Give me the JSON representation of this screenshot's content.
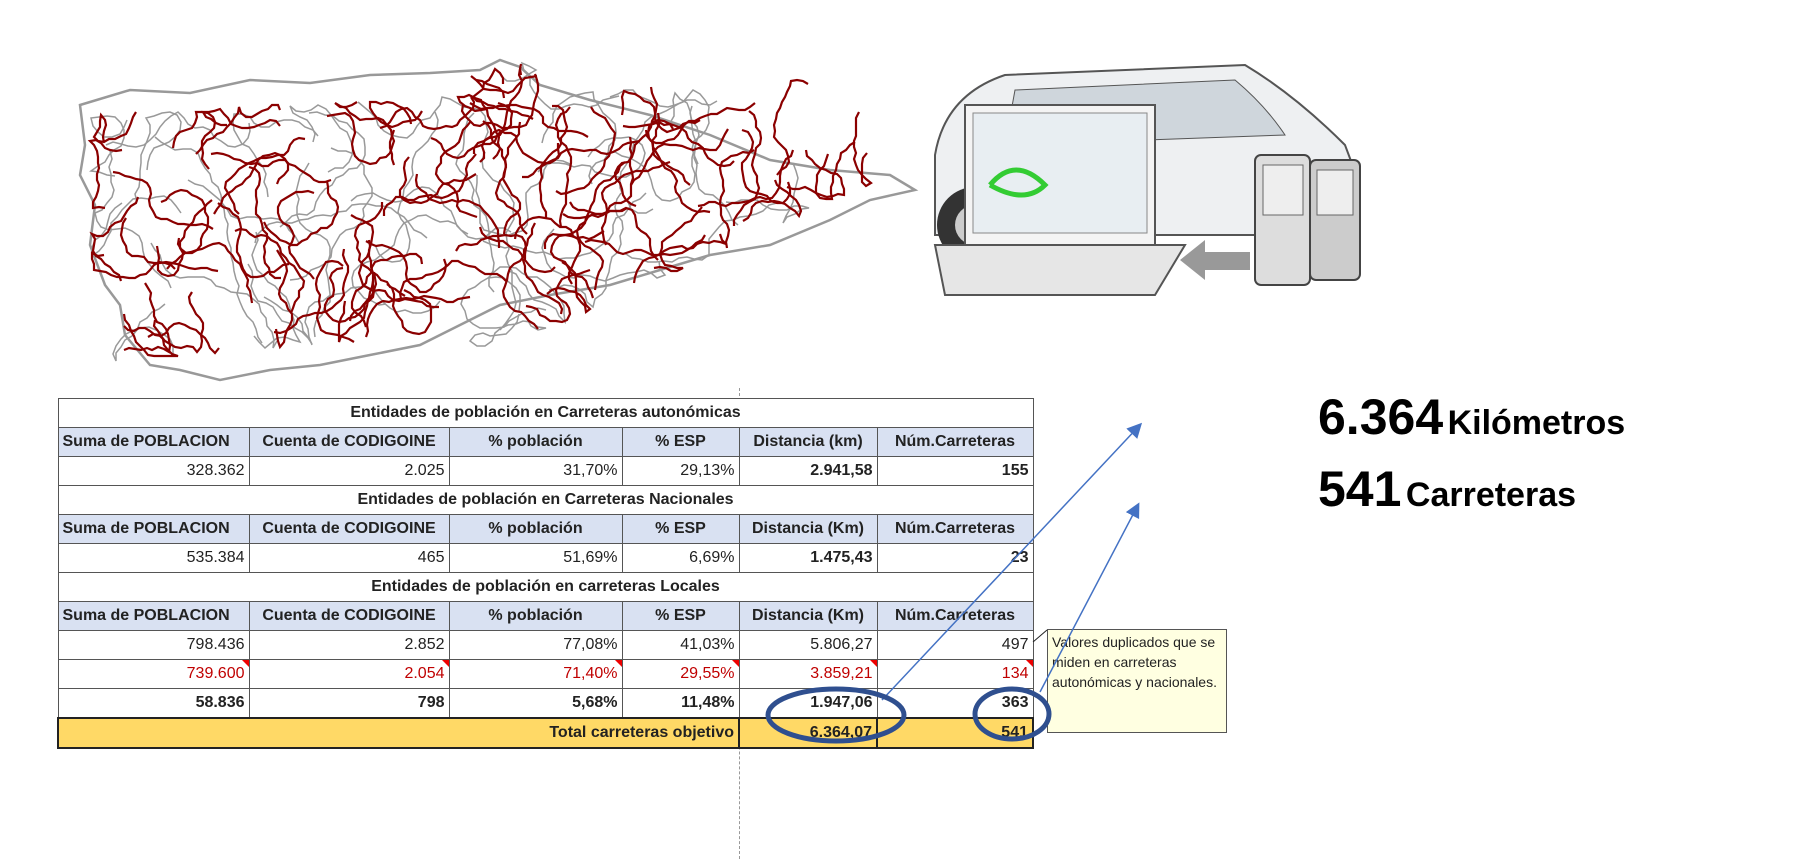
{
  "tables": [
    {
      "title": "Entidades de población en Carreteras autonómicas",
      "headers": [
        "Suma de POBLACION",
        "Cuenta de CODIGOINE",
        "% población",
        "% ESP",
        "Distancia (km)",
        "Núm.Carreteras"
      ],
      "row": [
        "328.362",
        "2.025",
        "31,70%",
        "29,13%",
        "2.941,58",
        "155"
      ]
    },
    {
      "title": "Entidades de población en Carreteras Nacionales",
      "headers": [
        "Suma de POBLACION",
        "Cuenta de CODIGOINE",
        "% población",
        "% ESP",
        "Distancia (Km)",
        "Núm.Carreteras"
      ],
      "row": [
        "535.384",
        "465",
        "51,69%",
        "6,69%",
        "1.475,43",
        "23"
      ]
    },
    {
      "title": "Entidades de población en carreteras Locales",
      "headers": [
        "Suma de POBLACION",
        "Cuenta de CODIGOINE",
        "% población",
        "% ESP",
        "Distancia (Km)",
        "Núm.Carreteras"
      ],
      "row": [
        "798.436",
        "2.852",
        "77,08%",
        "41,03%",
        "5.806,27",
        "497"
      ],
      "duplicate_row": [
        "739.600",
        "2.054",
        "71,40%",
        "29,55%",
        "3.859,21",
        "134"
      ],
      "net_row": [
        "58.836",
        "798",
        "5,68%",
        "11,48%",
        "1.947,06",
        "363"
      ]
    }
  ],
  "total": {
    "label": "Total carreteras objetivo",
    "distance": "6.364,07",
    "roads": "541"
  },
  "note": "Valores duplicados que se miden en carreteras autonómicas y nacionales.",
  "summary": {
    "km_value": "6.364",
    "km_label": "Kilómetros",
    "roads_value": "541",
    "roads_label": "Carreteras"
  },
  "colors": {
    "road": "#8b0000",
    "boundary": "#999999",
    "header_bg": "#d9e1f2",
    "total_bg": "#ffd966",
    "arrow": "#4472c4",
    "ellipse": "#2f4f8f",
    "duplicate_text": "#c00000"
  }
}
